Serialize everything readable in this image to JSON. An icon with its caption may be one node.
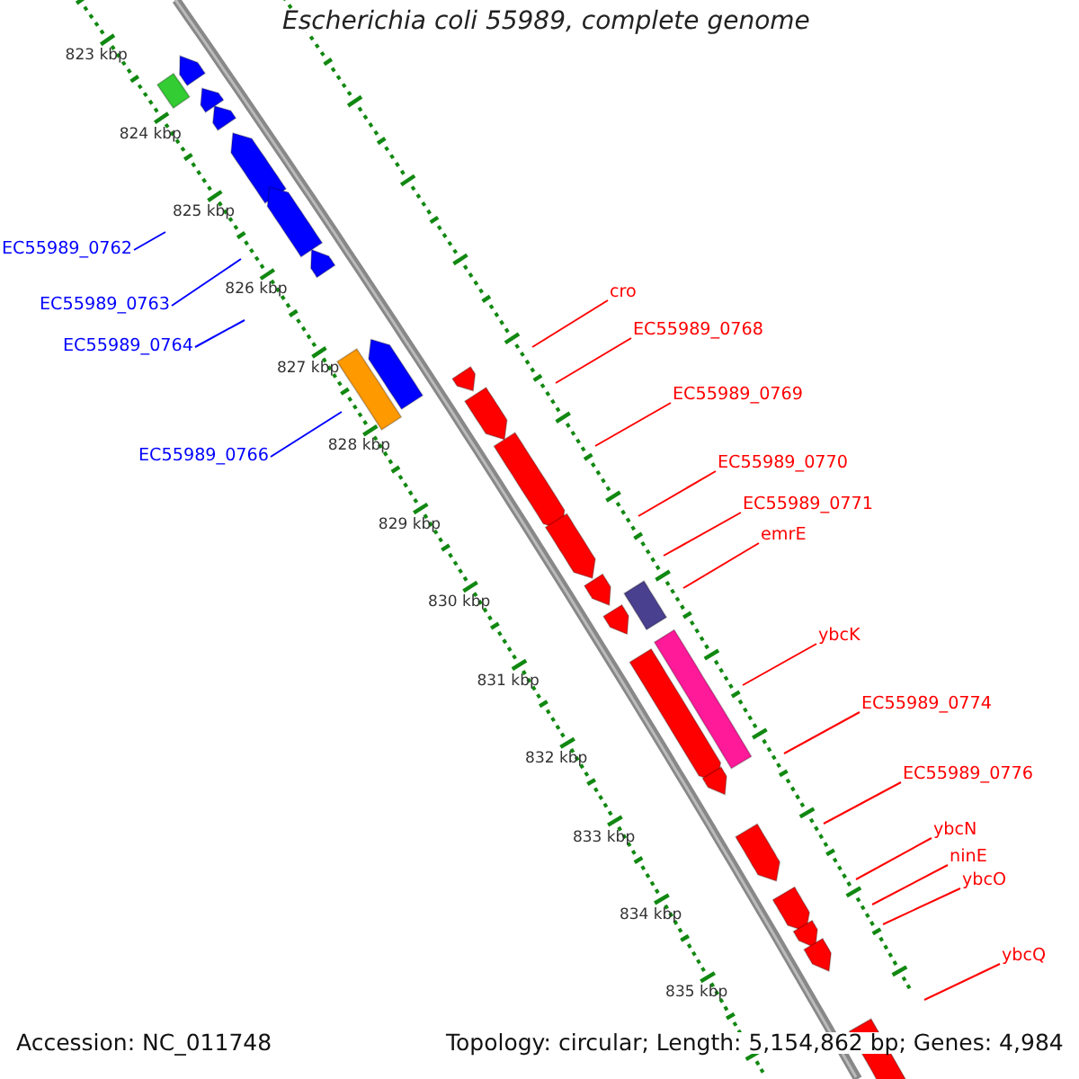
{
  "diagram": {
    "title": "Escherichia coli 55989, complete genome",
    "nodes": [
      {
        "text": [
          "EC55989_0762"
        ]
      },
      {
        "text": [
          "EC55989_0763"
        ]
      },
      {
        "text": [
          "EC55989_0764"
        ]
      },
      {
        "text": [
          "EC55989_0766"
        ]
      },
      {
        "text": [
          "cro"
        ]
      },
      {
        "text": [
          "EC55989_0768"
        ]
      },
      {
        "text": [
          "EC55989_0769"
        ]
      },
      {
        "text": [
          "EC55989_0770"
        ]
      },
      {
        "text": [
          "EC55989_0771"
        ]
      },
      {
        "text": [
          "emrE"
        ]
      },
      {
        "text": [
          "ybcK"
        ]
      },
      {
        "text": [
          "EC55989_0774"
        ]
      },
      {
        "text": [
          "EC55989_0776"
        ]
      },
      {
        "text": [
          "ybcN"
        ]
      },
      {
        "text": [
          "ninE"
        ]
      },
      {
        "text": [
          "ybcO"
        ]
      },
      {
        "text": [
          "ybcQ"
        ]
      }
    ],
    "edges": [
      {
        "from": 0,
        "to": null,
        "arrow": "none",
        "color": "#0000ff"
      },
      {
        "from": 1,
        "to": null,
        "arrow": "none",
        "color": "#0000ff"
      },
      {
        "from": 2,
        "to": null,
        "arrow": "none",
        "color": "#0000ff"
      },
      {
        "from": 3,
        "to": null,
        "arrow": "none",
        "color": "#0000ff"
      },
      {
        "from": 4,
        "to": null,
        "arrow": "none"
      },
      {
        "from": 5,
        "to": null,
        "arrow": "none"
      },
      {
        "from": 6,
        "to": null,
        "arrow": "none"
      },
      {
        "from": 7,
        "to": null,
        "arrow": "none"
      },
      {
        "from": 8,
        "to": null,
        "arrow": "none"
      },
      {
        "from": 9,
        "to": null,
        "arrow": "none"
      },
      {
        "from": 10,
        "to": null,
        "arrow": "none"
      },
      {
        "from": 11,
        "to": null,
        "arrow": "none"
      },
      {
        "from": 12,
        "to": null,
        "arrow": "none"
      },
      {
        "from": 13,
        "to": null,
        "arrow": "none"
      },
      {
        "from": 14,
        "to": null,
        "arrow": "none"
      },
      {
        "from": 15,
        "to": null,
        "arrow": "none"
      },
      {
        "from": 16,
        "to": null,
        "arrow": "none"
      }
    ],
    "labels": [
      "823 kbp",
      "824 kbp",
      "825 kbp",
      "826 kbp",
      "827 kbp",
      "828 kbp",
      "829 kbp",
      "830 kbp",
      "831 kbp",
      "832 kbp",
      "833 kbp",
      "834 kbp",
      "835 kbp",
      "Accession: NC_011748",
      "Topology: circular; Length: 5,154,862 bp; Genes: 4,984"
    ]
  }
}
